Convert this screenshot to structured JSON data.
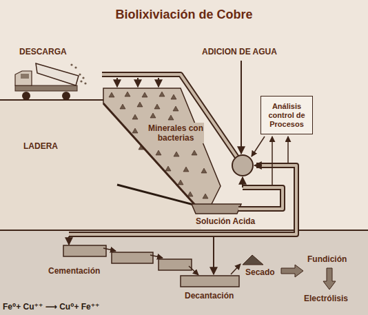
{
  "diagram": {
    "title": "Biolixiviación de Cobre",
    "nodes": [
      {
        "text": [
          "Análisis control de Procesos"
        ]
      }
    ],
    "labels": [
      "DESCARGA",
      "ADICION DE AGUA",
      "LADERA",
      "Minerales con bacterias",
      "Solución Acida",
      "Cementación",
      "Decantación",
      "Secado",
      "Fundición",
      "Electrólisis",
      "Fe⁰+ Cu⁺⁺ ⟶ Cu⁰+ Fe⁺⁺"
    ]
  }
}
